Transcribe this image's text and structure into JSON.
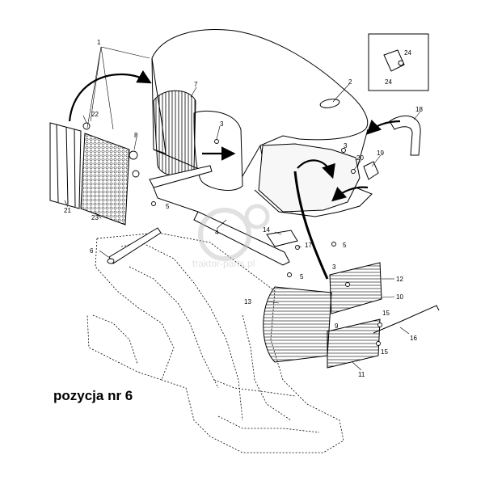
{
  "diagram": {
    "caption": "pozycja nr 6",
    "watermark": "traktor-parts.pl",
    "callouts": [
      {
        "id": "c1",
        "text": "1"
      },
      {
        "id": "c2",
        "text": "2"
      },
      {
        "id": "c3a",
        "text": "3"
      },
      {
        "id": "c3b",
        "text": "3"
      },
      {
        "id": "c3c",
        "text": "3"
      },
      {
        "id": "c4",
        "text": "4"
      },
      {
        "id": "c5a",
        "text": "5"
      },
      {
        "id": "c5b",
        "text": "5"
      },
      {
        "id": "c5c",
        "text": "5"
      },
      {
        "id": "c6",
        "text": "6"
      },
      {
        "id": "c7",
        "text": "7"
      },
      {
        "id": "c8",
        "text": "8"
      },
      {
        "id": "c9",
        "text": "9"
      },
      {
        "id": "c10",
        "text": "10"
      },
      {
        "id": "c11",
        "text": "11"
      },
      {
        "id": "c12",
        "text": "12"
      },
      {
        "id": "c13",
        "text": "13"
      },
      {
        "id": "c14",
        "text": "14"
      },
      {
        "id": "c15a",
        "text": "15"
      },
      {
        "id": "c15b",
        "text": "15"
      },
      {
        "id": "c16",
        "text": "16"
      },
      {
        "id": "c17",
        "text": "17"
      },
      {
        "id": "c18",
        "text": "18"
      },
      {
        "id": "c19",
        "text": "19"
      },
      {
        "id": "c20",
        "text": "20"
      },
      {
        "id": "c21",
        "text": "21"
      },
      {
        "id": "c22",
        "text": "22"
      },
      {
        "id": "c23",
        "text": "23"
      },
      {
        "id": "c24a",
        "text": "24"
      },
      {
        "id": "c24b",
        "text": "24"
      }
    ]
  },
  "colors": {
    "line": "#000000",
    "watermark": "#bdbdbd",
    "background": "#ffffff"
  }
}
